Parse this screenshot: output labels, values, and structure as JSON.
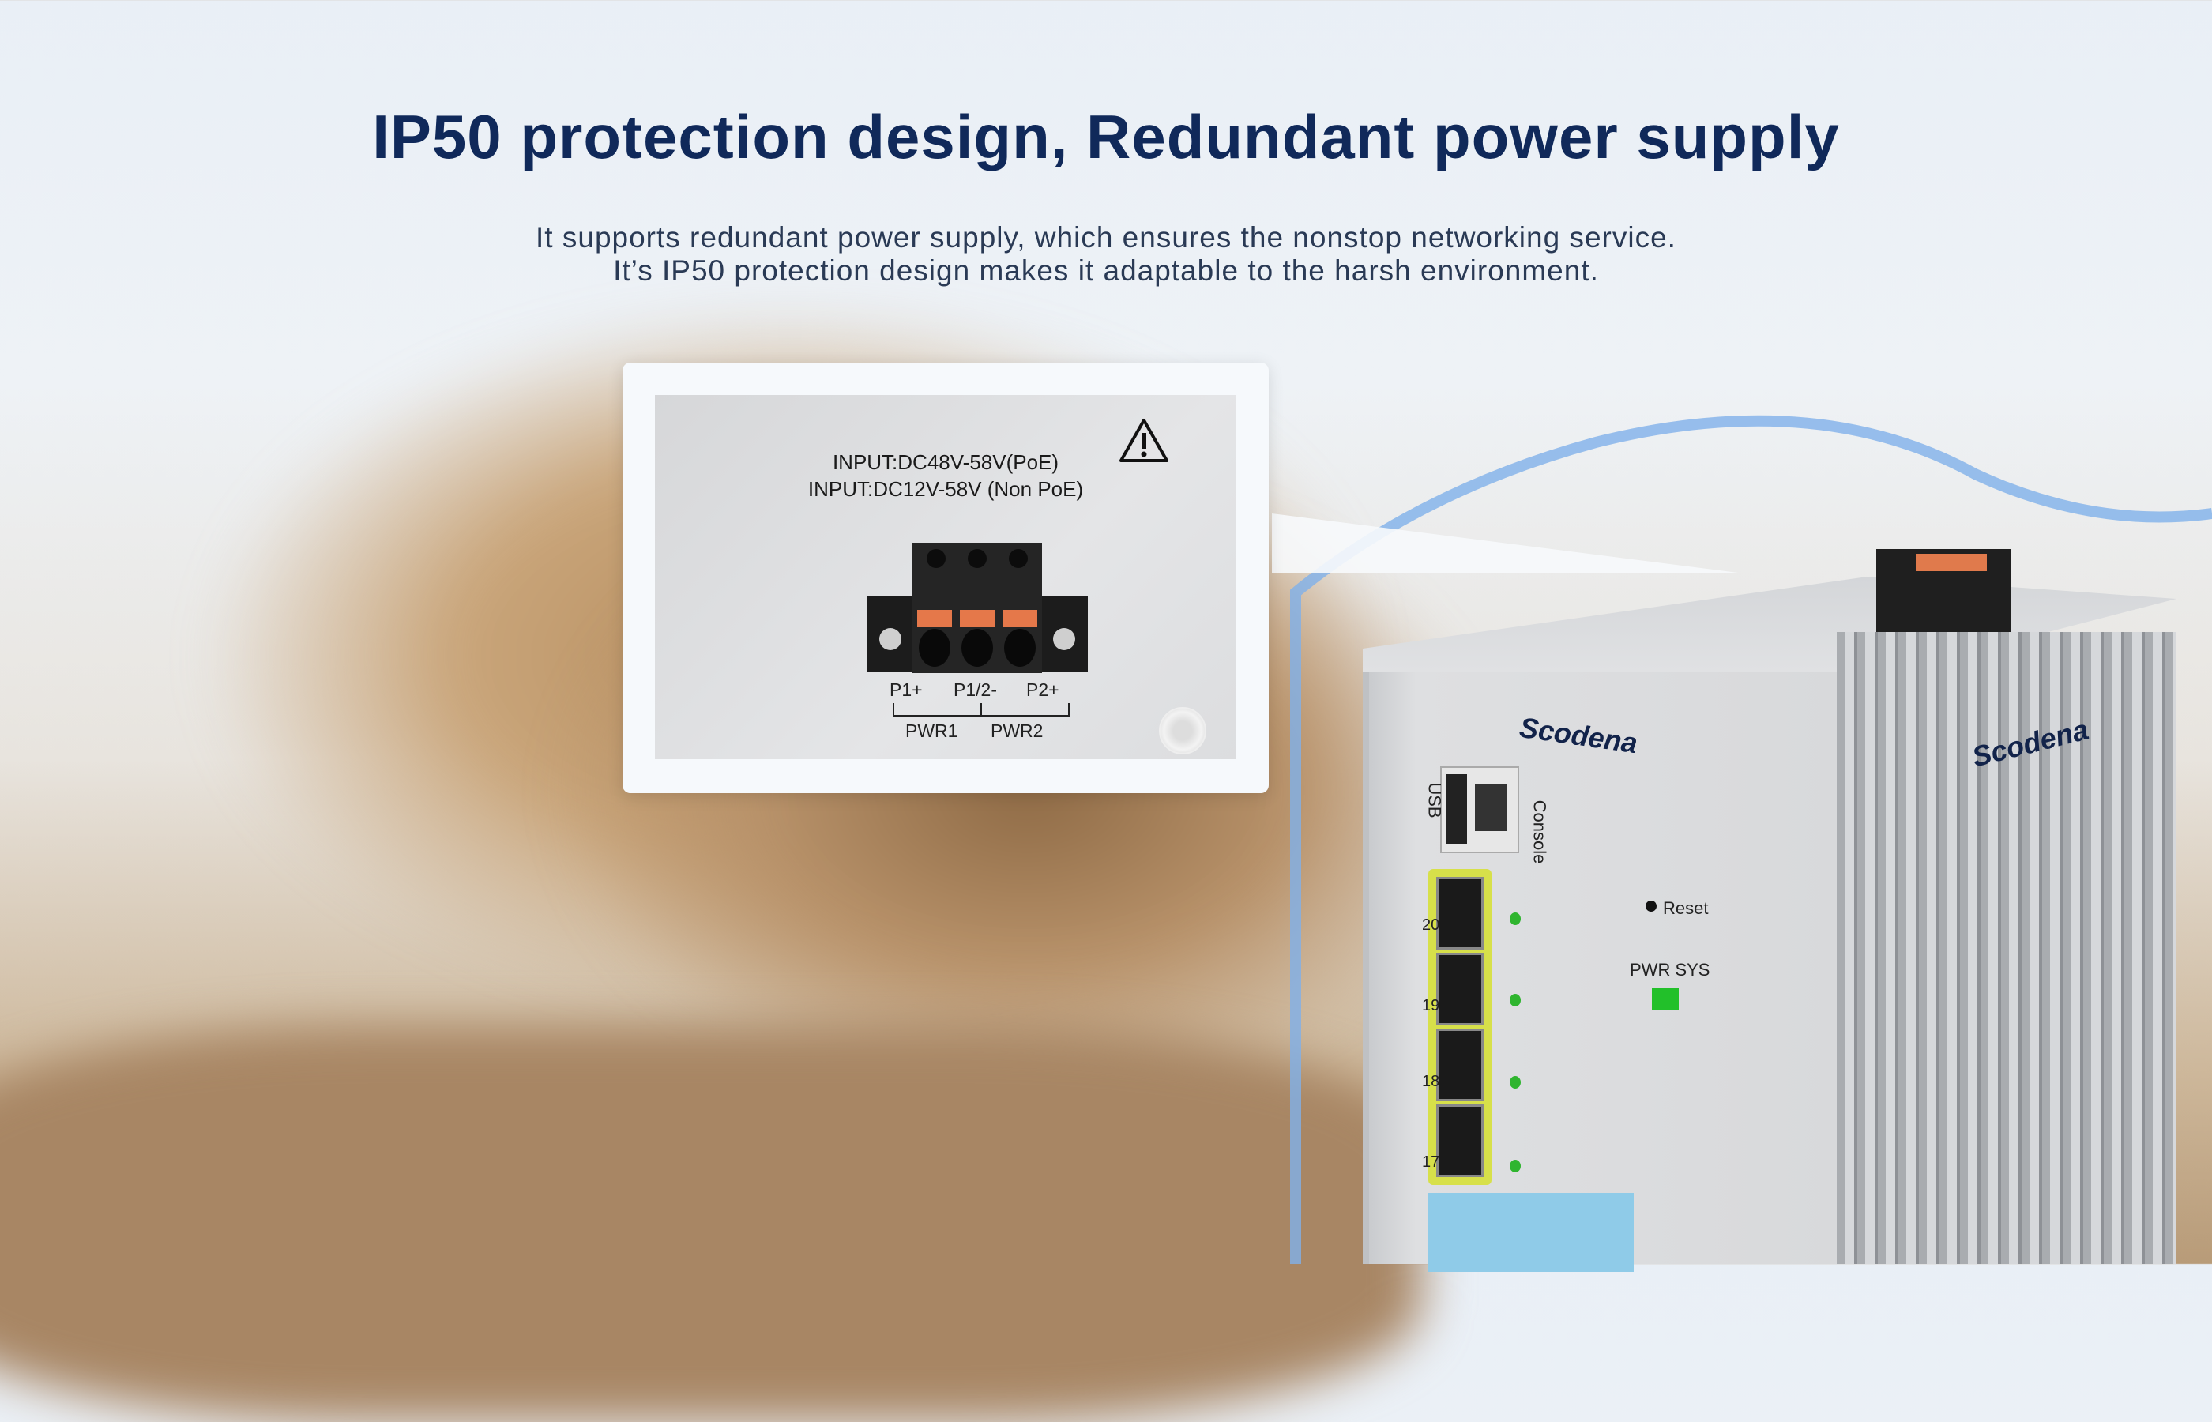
{
  "header": {
    "title": "IP50 protection design, Redundant power supply",
    "subtitle_lines": [
      "It supports redundant power supply, which ensures the nonstop networking service.",
      "It’s IP50 protection design makes it adaptable to the harsh environment."
    ]
  },
  "callout": {
    "warning_icon": "warning-triangle-icon",
    "input_lines": [
      "INPUT:DC48V-58V(PoE)",
      "INPUT:DC12V-58V (Non PoE)"
    ],
    "pins": [
      "P1+",
      "P1/2-",
      "P2+"
    ],
    "groups": [
      "PWR1",
      "PWR2"
    ]
  },
  "device": {
    "brand": "Scodena",
    "usb": "USB",
    "console": "Console",
    "reset": "Reset",
    "leds": "PWR SYS",
    "ports": [
      "20",
      "19",
      "18",
      "17"
    ],
    "colors": {
      "sfp_bezel": "#d7e04a",
      "led": "#2fb52f",
      "brand": "#1a3fb0"
    }
  }
}
